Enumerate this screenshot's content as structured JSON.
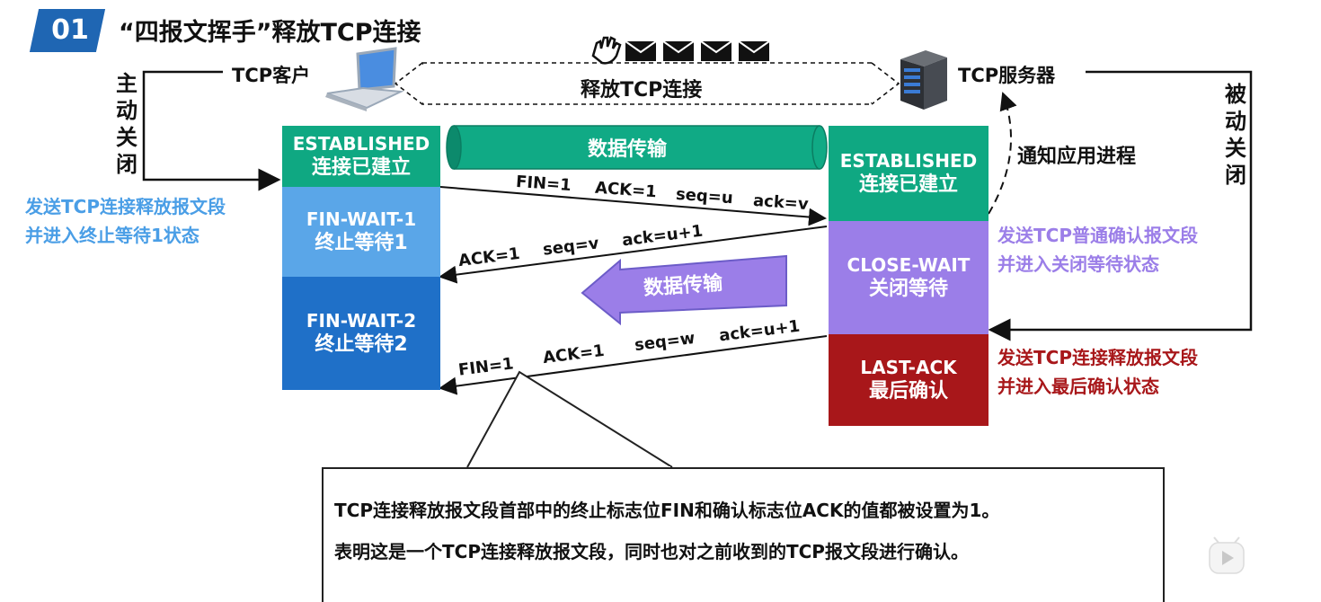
{
  "header": {
    "badge": "01",
    "title": "“四报文挥手”释放TCP连接"
  },
  "client": {
    "label": "TCP客户",
    "side_label": "主动关闭",
    "icon": "laptop-icon"
  },
  "server": {
    "label": "TCP服务器",
    "side_label": "被动关闭",
    "icon": "server-icon"
  },
  "release_banner": "释放TCP连接",
  "notify_app": "通知应用进程",
  "data_transfer_top": "数据传输",
  "data_transfer_mid": "数据传输",
  "client_states": [
    {
      "en": "ESTABLISHED",
      "zh": "连接已建立",
      "color": "#0fa882"
    },
    {
      "en": "FIN-WAIT-1",
      "zh": "终止等待1",
      "color": "#5aa6e8"
    },
    {
      "en": "FIN-WAIT-2",
      "zh": "终止等待2",
      "color": "#1f70c8"
    }
  ],
  "server_states": [
    {
      "en": "ESTABLISHED",
      "zh": "连接已建立",
      "color": "#0fa882"
    },
    {
      "en": "CLOSE-WAIT",
      "zh": "关闭等待",
      "color": "#9b7ee8"
    },
    {
      "en": "LAST-ACK",
      "zh": "最后确认",
      "color": "#a8171a"
    }
  ],
  "segments": {
    "seg1": {
      "fin": "FIN=1",
      "ack": "ACK=1",
      "seq": "seq=u",
      "acknum": "ack=v"
    },
    "seg2": {
      "ack": "ACK=1",
      "seq": "seq=v",
      "acknum": "ack=u+1"
    },
    "seg3": {
      "fin": "FIN=1",
      "ack": "ACK=1",
      "seq": "seq=w",
      "acknum": "ack=u+1"
    }
  },
  "notes": {
    "client_fin": [
      "发送TCP连接释放报文段",
      "并进入终止等待1状态"
    ],
    "server_ack": [
      "发送TCP普通确认报文段",
      "并进入关闭等待状态"
    ],
    "server_fin": [
      "发送TCP连接释放报文段",
      "并进入最后确认状态"
    ]
  },
  "colors": {
    "client_note": "#4a9ee6",
    "server_ack_note": "#9b7ee8",
    "server_fin_note": "#a8171a"
  },
  "callout": {
    "line1": "TCP连接释放报文段首部中的终止标志位FIN和确认标志位ACK的值都被设置为1。",
    "line2": "表明这是一个TCP连接释放报文段，同时也对之前收到的TCP报文段进行确认。"
  }
}
